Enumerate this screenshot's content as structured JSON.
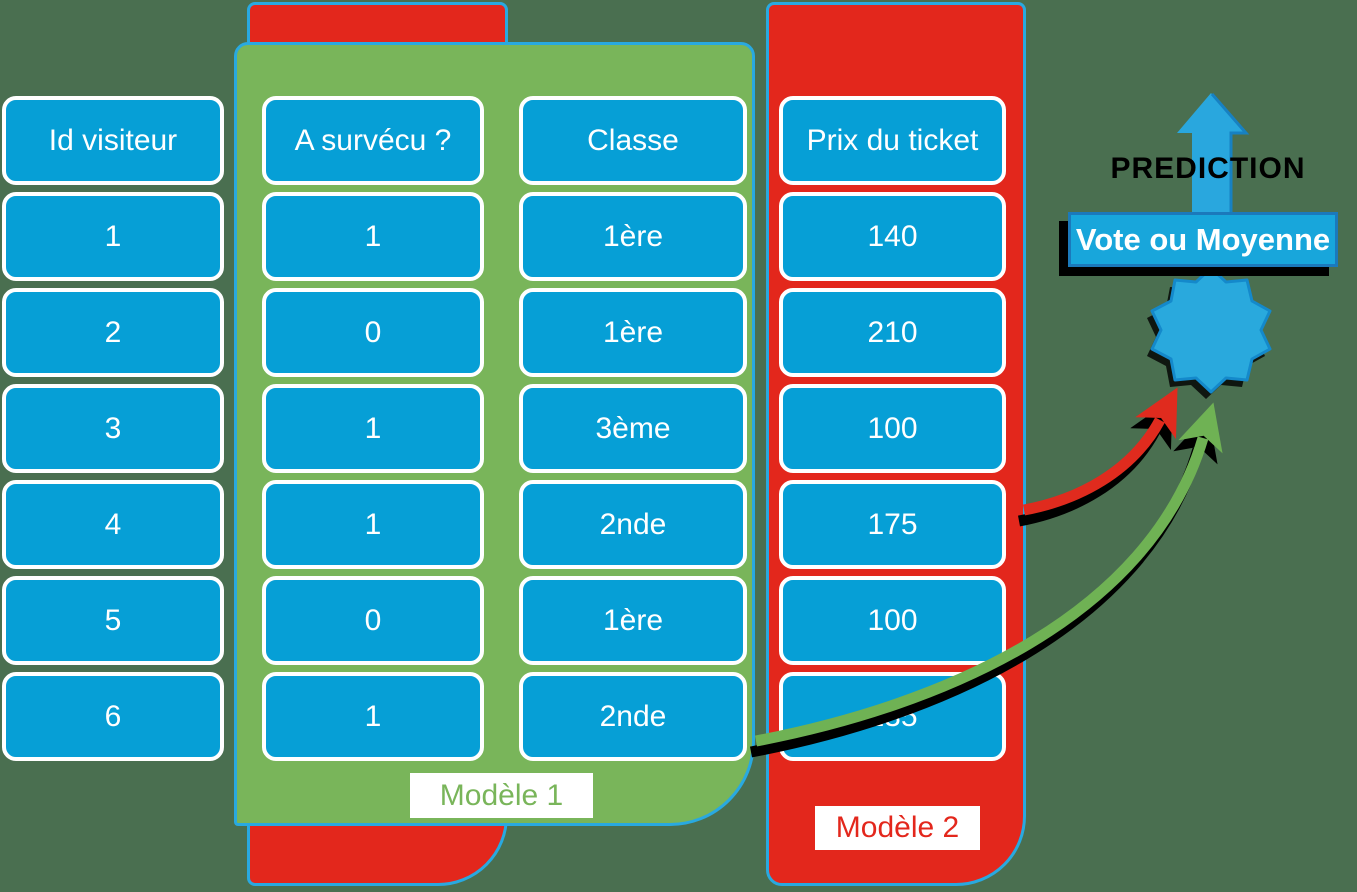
{
  "table": {
    "columns": [
      {
        "id": "id-visiteur",
        "header": "Id visiteur",
        "values": [
          "1",
          "2",
          "3",
          "4",
          "5",
          "6"
        ]
      },
      {
        "id": "a-survecu",
        "header": "A survécu ?",
        "values": [
          "1",
          "0",
          "1",
          "1",
          "0",
          "1"
        ]
      },
      {
        "id": "classe",
        "header": "Classe",
        "values": [
          "1ère",
          "1ère",
          "3ème",
          "2nde",
          "1ère",
          "2nde"
        ]
      },
      {
        "id": "prix-du-ticket",
        "header": "Prix du ticket",
        "values": [
          "140",
          "210",
          "100",
          "175",
          "100",
          "135"
        ]
      }
    ]
  },
  "models": {
    "model1_label": "Modèle 1",
    "model2_label": "Modèle 2"
  },
  "prediction": {
    "title": "PREDICTION",
    "combiner_label": "Vote ou Moyenne"
  },
  "icons": {
    "prediction_arrow": "up-arrow-icon",
    "aggregator": "starburst-icon",
    "model1_flow": "curved-arrow-green-icon",
    "model2_flow": "curved-arrow-red-icon"
  },
  "palette": {
    "bg": "#4a6f50",
    "cell": "#069fd6",
    "green": "#79b55a",
    "red": "#e3271c",
    "panel-border": "#29a9e0",
    "star": "#29a9dd",
    "star-border": "#1489cb",
    "vote": "#18a6db",
    "vote-border": "#1b79bb",
    "arrow-blue": "#29a7de",
    "arrow-red": "#e02b1e",
    "arrow-green": "#6fb254"
  }
}
